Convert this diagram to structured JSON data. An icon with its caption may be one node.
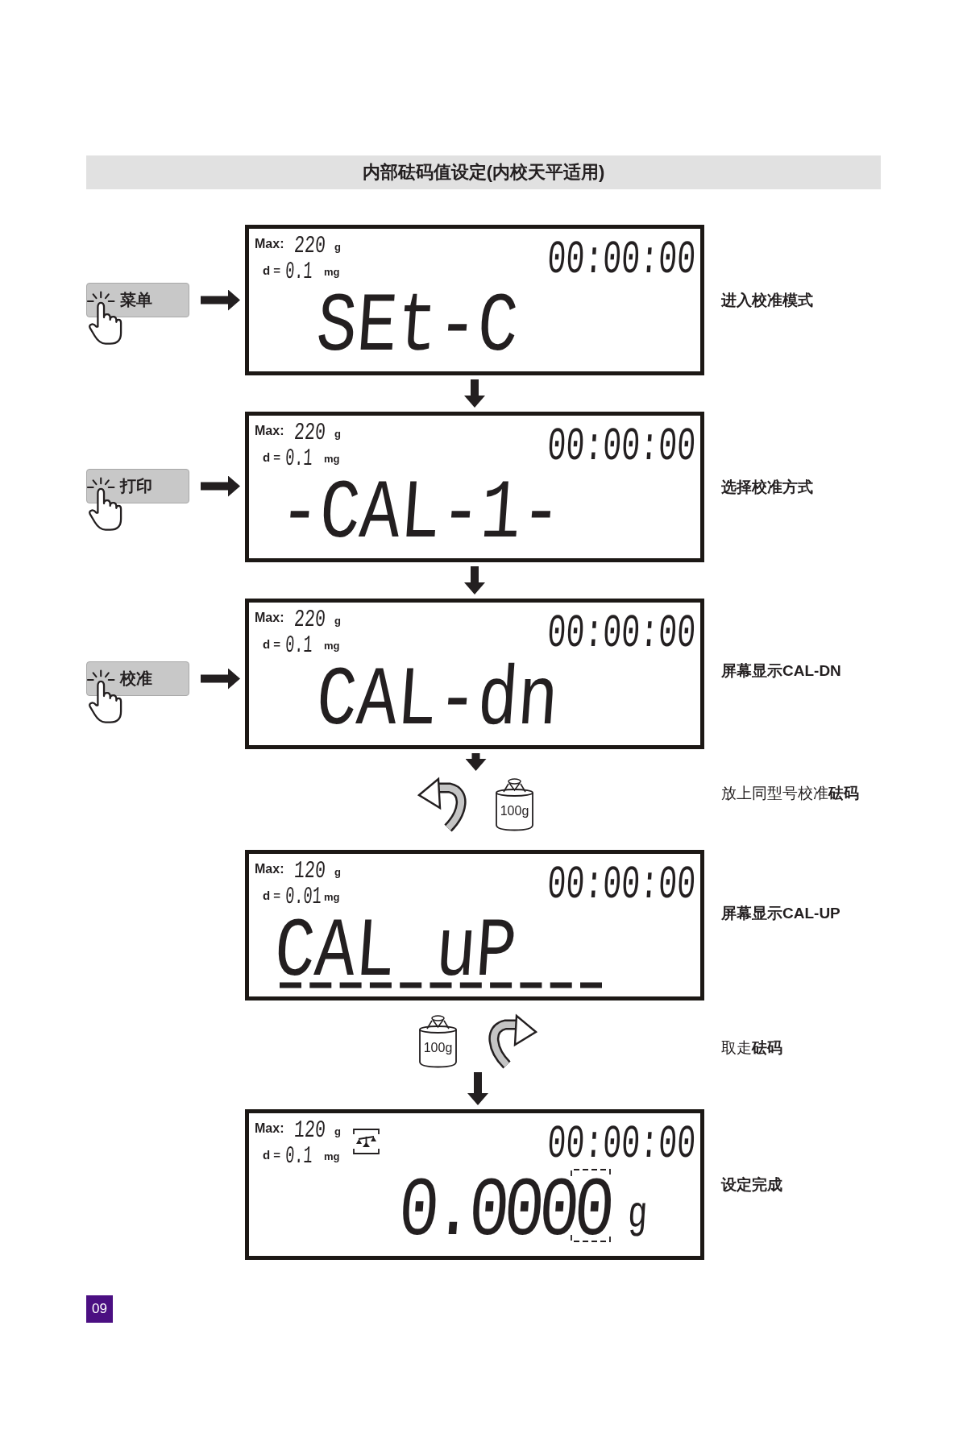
{
  "diagram": {
    "title": "内部砝码值设定(内校天平适用)",
    "nodes": [
      {
        "text": [
          "菜单"
        ]
      },
      {
        "text": [
          "Max:",
          "220",
          "g",
          "d =",
          "0.1",
          "mg",
          "00:00:00",
          "SEt-C"
        ],
        "beside": [
          "进入校准模式"
        ]
      },
      {
        "text": [
          "打印"
        ]
      },
      {
        "text": [
          "Max:",
          "220",
          "g",
          "d =",
          "0.1",
          "mg",
          "00:00:00",
          "-CAL-1-"
        ],
        "beside": [
          "选择校准方式"
        ]
      },
      {
        "text": [
          "校准"
        ]
      },
      {
        "text": [
          "Max:",
          "220",
          "g",
          "d =",
          "0.1",
          "mg",
          "00:00:00",
          "CAL-dn"
        ],
        "beside": [
          "屏幕显示CAL-DN"
        ]
      },
      {
        "text": [
          "100g"
        ]
      },
      {
        "text": [
          "Max:",
          "120",
          "g",
          "d =",
          "0.01",
          "mg",
          "00:00:00",
          "CAL uP"
        ],
        "beside": [
          "屏幕显示CAL-UP"
        ]
      },
      {
        "text": [
          "100g"
        ]
      },
      {
        "text": [
          "Max:",
          "120",
          "g",
          "d =",
          "0.1",
          "mg",
          "00:00:00",
          "0.0000",
          "g"
        ],
        "beside": [
          "设定完成"
        ]
      },
      {
        "text": [
          "09"
        ]
      }
    ],
    "edges": [
      {
        "from": 0,
        "to": 1,
        "arrow": "to"
      },
      {
        "from": 1,
        "to": 3,
        "arrow": "to"
      },
      {
        "from": 2,
        "to": 3,
        "arrow": "to"
      },
      {
        "from": 3,
        "to": 5,
        "arrow": "to"
      },
      {
        "from": 4,
        "to": 5,
        "arrow": "to"
      },
      {
        "from": 5,
        "to": 6,
        "arrow": "to"
      },
      {
        "from": 8,
        "to": 9,
        "arrow": "to"
      }
    ],
    "labels": [
      "放上同型号校准**砝码**",
      "取走**砝码**"
    ]
  }
}
